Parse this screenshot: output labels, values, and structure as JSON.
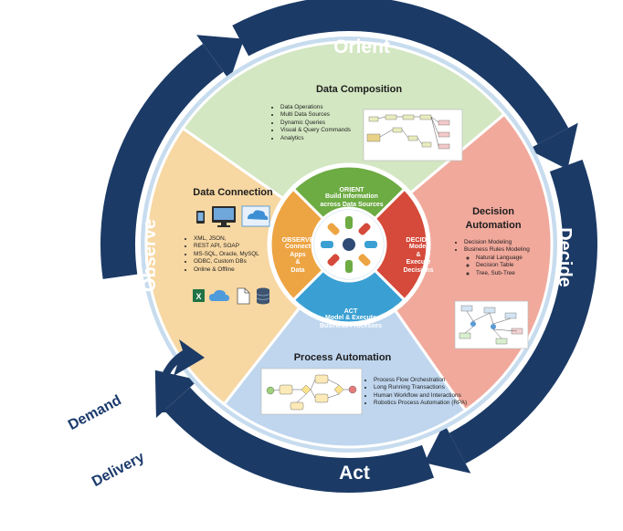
{
  "ring_labels": {
    "orient": "Orient",
    "decide": "Decide",
    "act": "Act",
    "observe": "Observe"
  },
  "quadrants": {
    "data_composition": {
      "title": "Data Composition",
      "items": [
        "Data Operations",
        "Multi Data Sources",
        "Dynamic Queries",
        "Visual & Query Commands",
        "Analytics"
      ]
    },
    "data_connection": {
      "title": "Data Connection",
      "items": [
        "XML, JSON,",
        "REST API, SOAP",
        "MS-SQL, Oracle, MySQL",
        "ODBC, Custom DBs",
        "Online & Offline"
      ]
    },
    "decision_automation": {
      "title_line1": "Decision",
      "title_line2": "Automation",
      "items": [
        "Decision Modeling",
        "Business Rules Modeling"
      ],
      "sub_items": [
        "Natural Language",
        "Decision Table",
        "Tree, Sub-Tree"
      ]
    },
    "process_automation": {
      "title": "Process Automation",
      "items": [
        "Process Flow Orchestration",
        "Long Running Transactions",
        "Human Workflow and Interactions",
        "Robotics Process Automation (RPA)"
      ]
    }
  },
  "inner": {
    "orient": {
      "title": "ORIENT",
      "line1": "Build Information",
      "line2": "across Data Sources"
    },
    "observe": {
      "title": "OBSERVE",
      "line1": "Connect",
      "line2": "Apps",
      "line3": "&",
      "line4": "Data"
    },
    "decide": {
      "title": "DECIDE",
      "line1": "Model",
      "line2": "&",
      "line3": "Execute",
      "line4": "Decisions"
    },
    "act": {
      "title": "ACT",
      "line1": "Model & Execute",
      "line2": "Business Processes"
    }
  },
  "side_labels": {
    "demand": "Demand",
    "delivery": "Delivery"
  },
  "colors": {
    "ring": "#1b3a66",
    "ring_light": "#c7dcee",
    "green_outer": "#d3e7c2",
    "orange_outer": "#f7d7a2",
    "red_outer": "#f1a99c",
    "blue_outer": "#bfd6ee",
    "green_inner": "#6dab43",
    "orange_inner": "#eda443",
    "red_inner": "#d54a3a",
    "blue_inner": "#3aa0d3"
  }
}
